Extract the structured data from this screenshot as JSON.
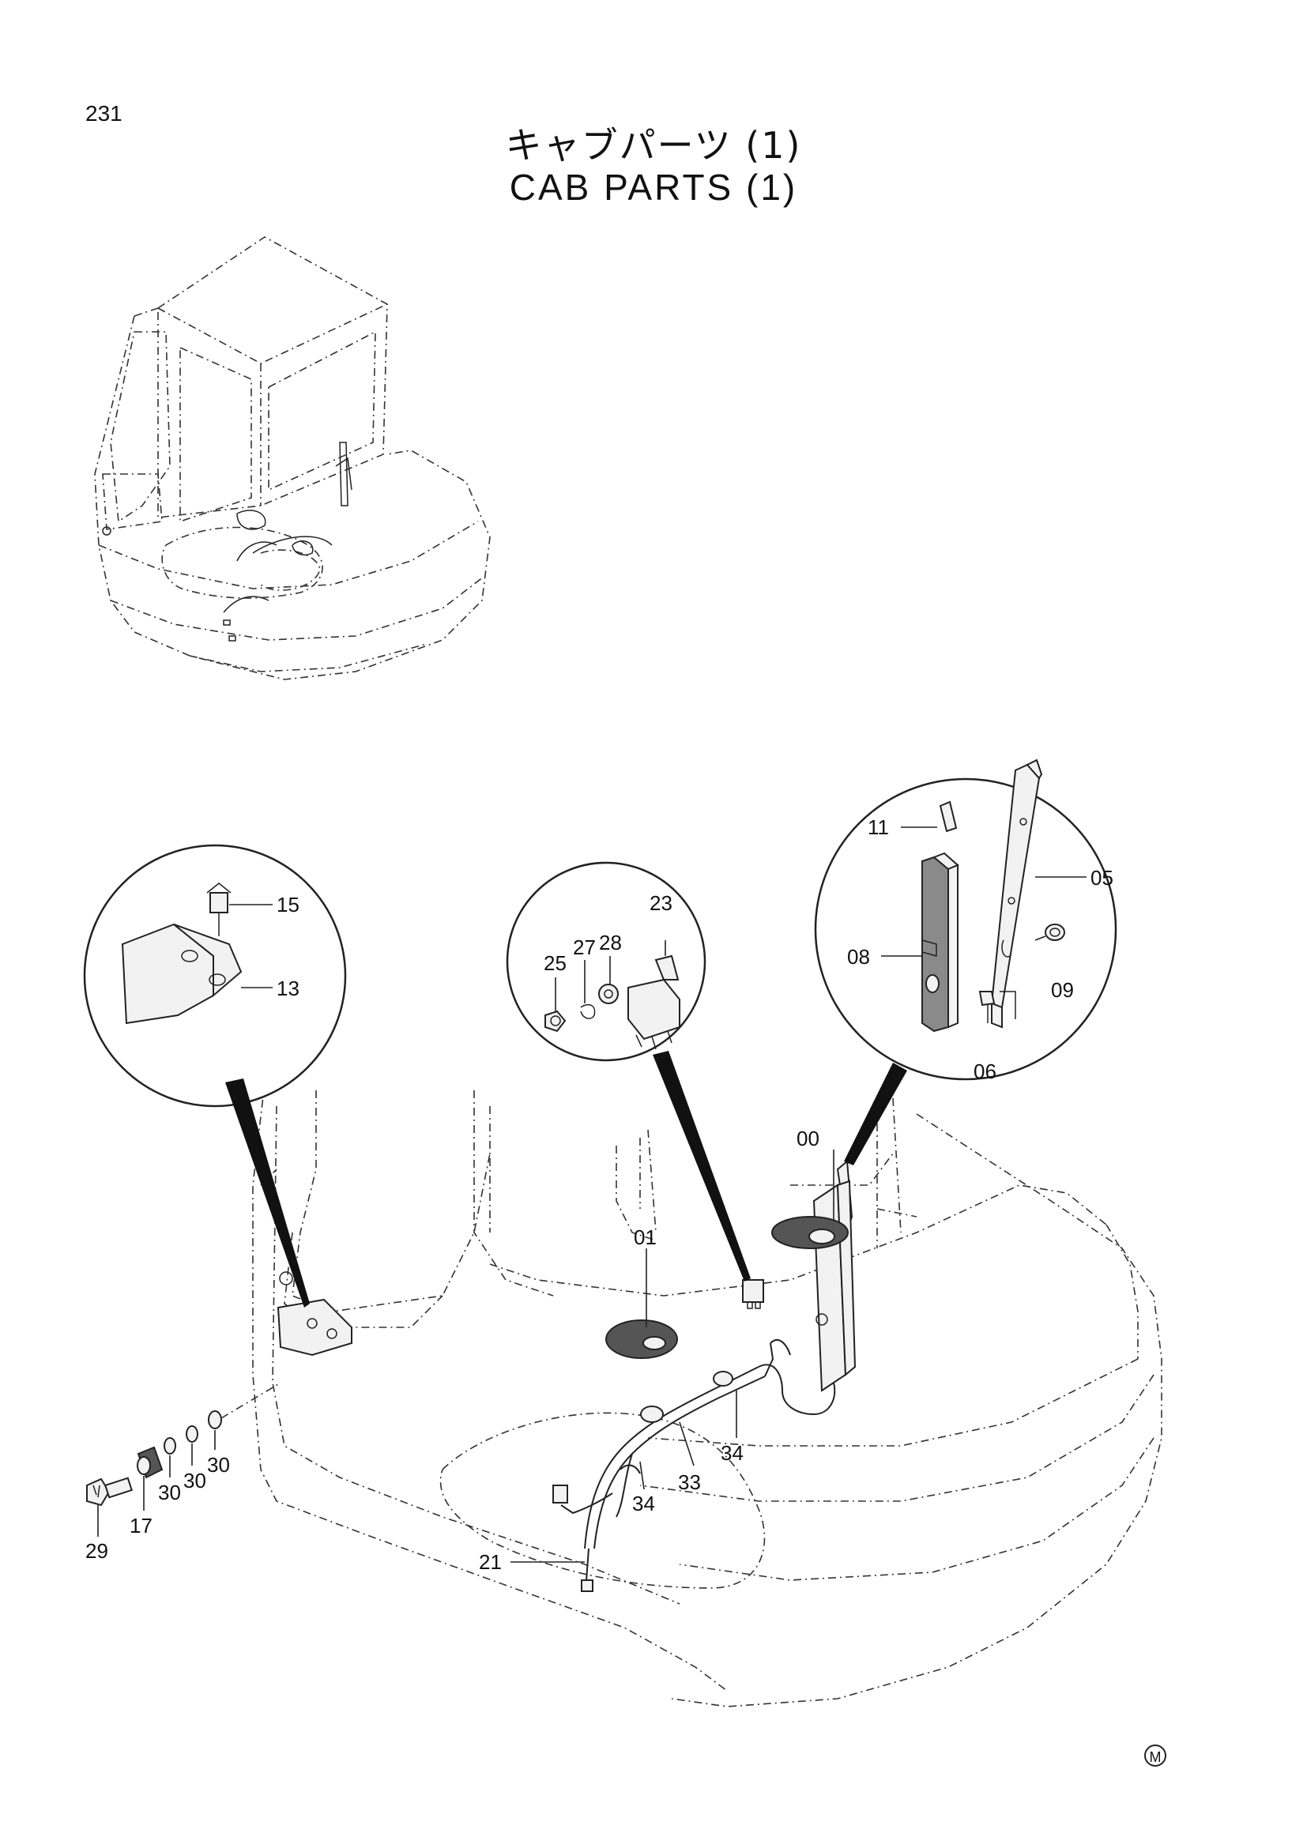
{
  "page_number": "231",
  "title_jp": "キャブパーツ (1)",
  "title_en": "CAB PARTS (1)",
  "mark": "M",
  "callouts": {
    "c15": "15",
    "c13": "13",
    "c23": "23",
    "c25": "25",
    "c27": "27",
    "c28": "28",
    "c11": "11",
    "c05": "05",
    "c08": "08",
    "c09": "09",
    "c06": "06",
    "c00": "00",
    "c01": "01",
    "c29": "29",
    "c17": "17",
    "c30a": "30",
    "c30b": "30",
    "c30c": "30",
    "c33": "33",
    "c34a": "34",
    "c34b": "34",
    "c21": "21"
  }
}
